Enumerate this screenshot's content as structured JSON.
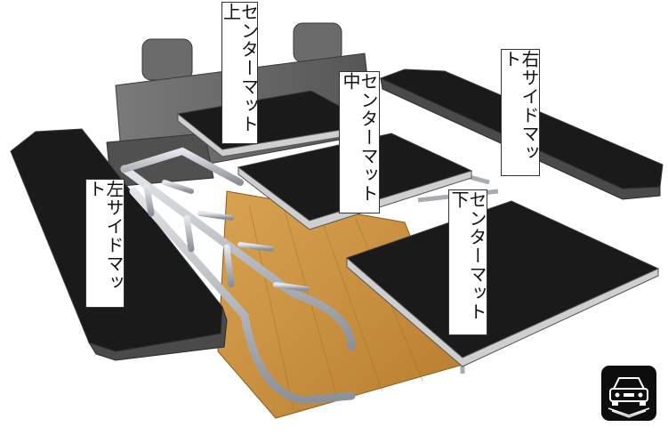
{
  "labels": {
    "center_top": "センターマット上",
    "center_mid": "センターマット中",
    "center_bottom": "センターマット下",
    "right_side": "右サイドマット",
    "left_side": "左サイドマット"
  },
  "colors": {
    "mat": "#1a1a1a",
    "mat_edge": "#3a3a3a",
    "floor": "#c9913f",
    "seat": "#6a6a6a",
    "frame": "#b8bcc4",
    "logo_bg": "#0d0d0d"
  },
  "logo": {
    "icon": "car-front-icon"
  }
}
